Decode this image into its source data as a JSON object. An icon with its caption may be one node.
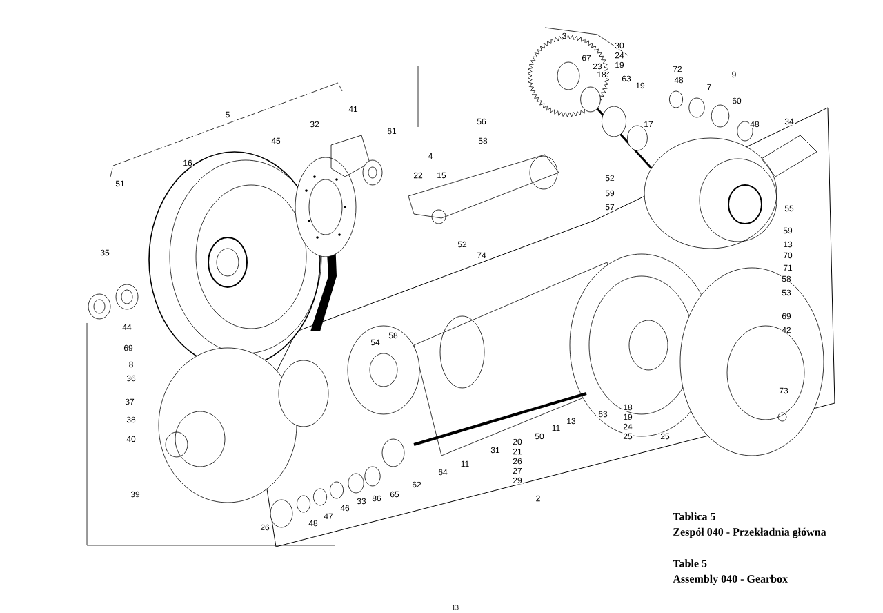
{
  "diagram": {
    "labels": [
      "5",
      "45",
      "41",
      "32",
      "61",
      "16",
      "51",
      "4",
      "22",
      "15",
      "35",
      "3",
      "30",
      "24",
      "19",
      "18",
      "67",
      "23",
      "63",
      "19",
      "72",
      "48",
      "9",
      "7",
      "60",
      "48",
      "34",
      "17",
      "56",
      "58",
      "52",
      "59",
      "57",
      "55",
      "59",
      "13",
      "70",
      "71",
      "58",
      "53",
      "52",
      "74",
      "69",
      "42",
      "44",
      "69",
      "8",
      "36",
      "37",
      "38",
      "40",
      "39",
      "54",
      "58",
      "64",
      "62",
      "65",
      "33",
      "86",
      "46",
      "47",
      "48",
      "26",
      "11",
      "31",
      "20",
      "21",
      "26",
      "27",
      "29",
      "2",
      "50",
      "11",
      "13",
      "63",
      "18",
      "19",
      "24",
      "25",
      "25",
      "73",
      "Tablica 5",
      "Zespół 040 - Przekładnia główna",
      "Table 5",
      "Assembly 040 - Gearbox",
      "13"
    ]
  }
}
